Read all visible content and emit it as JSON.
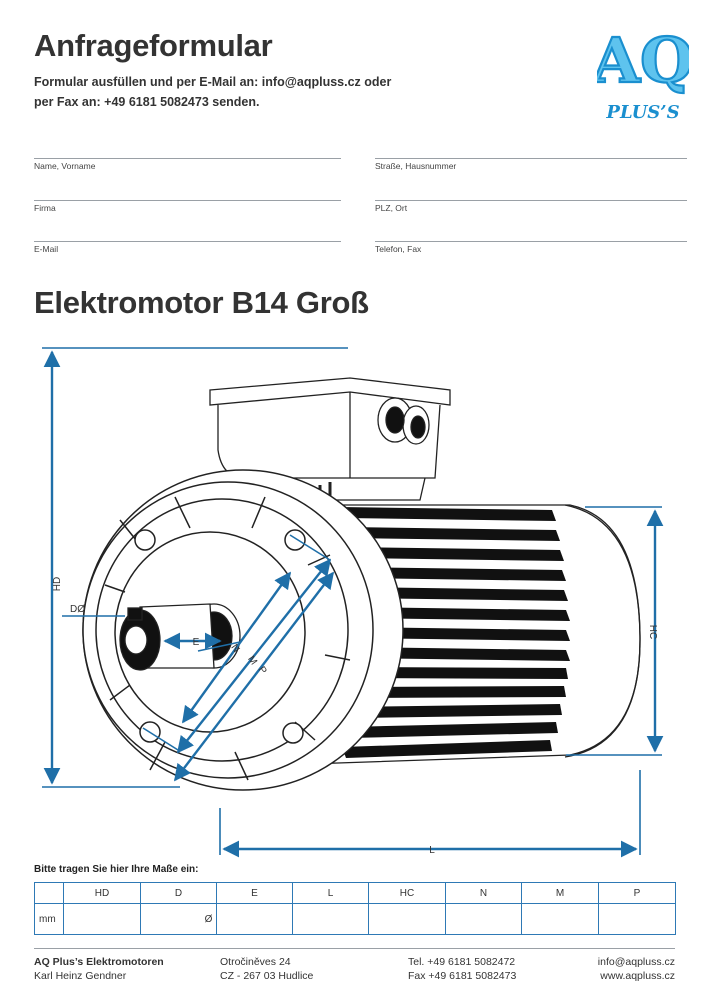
{
  "header": {
    "title": "Anfrageformular",
    "intro_line1": "Formular ausfüllen und per E-Mail an: info@aqpluss.cz oder",
    "intro_line2": "per Fax an: +49 6181 5082473 senden."
  },
  "logo": {
    "mark": "AQ",
    "wordmark": "PLUS’S",
    "color": "#1a8fcf"
  },
  "form_fields": {
    "name": "Name, Vorname",
    "street": "Straße, Hausnummer",
    "company": "Firma",
    "city": "PLZ, Ort",
    "email": "E-Mail",
    "phone": "Telefon, Fax"
  },
  "product": {
    "title": "Elektromotor B14 Groß"
  },
  "diagram_labels": {
    "hd": "HD",
    "d": "DØ",
    "e": "E",
    "n": "N",
    "m": "M",
    "p": "P",
    "hc": "HC",
    "l": "L",
    "accent_color": "#1f6fa8"
  },
  "dimensions": {
    "instruction": "Bitte tragen Sie hier  Ihre Maße ein:",
    "columns": [
      "HD",
      "D",
      "E",
      "L",
      "HC",
      "N",
      "M",
      "P"
    ],
    "unit": "mm",
    "diameter_symbol": "Ø"
  },
  "footer": {
    "company": "AQ Plus’s Elektromotoren",
    "person": "Karl Heinz Gendner",
    "street": "Otročiněves 24",
    "city": "CZ - 267 03 Hudlice",
    "tel": "Tel. +49 6181 5082472",
    "fax": "Fax +49 6181 5082473",
    "email": "info@aqpluss.cz",
    "web": "www.aqpluss.cz"
  }
}
